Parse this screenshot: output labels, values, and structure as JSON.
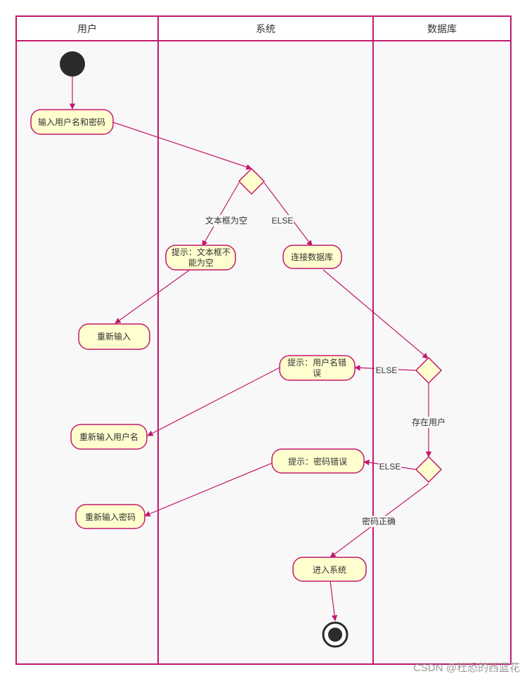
{
  "diagram": {
    "type": "uml-activity-swimlane",
    "colors": {
      "line": "#c2186c",
      "node_fill": "#fefece",
      "lane_bg": "#f8f8f8",
      "text": "#333333",
      "start": "#2b2b2b"
    },
    "lanes": [
      {
        "id": "user",
        "title": "用户"
      },
      {
        "id": "system",
        "title": "系统"
      },
      {
        "id": "db",
        "title": "数据库"
      }
    ],
    "nodes": {
      "input_credentials": {
        "lines": [
          "输入用户名和密码"
        ]
      },
      "empty_prompt": {
        "lines": [
          "提示：文本框不",
          "能为空"
        ]
      },
      "reenter": {
        "lines": [
          "重新输入"
        ]
      },
      "connect_db": {
        "lines": [
          "连接数据库"
        ]
      },
      "user_error": {
        "lines": [
          "提示：用户名错",
          "误"
        ]
      },
      "reenter_username": {
        "lines": [
          "重新输入用户名"
        ]
      },
      "pwd_error": {
        "lines": [
          "提示：密码错误"
        ]
      },
      "reenter_password": {
        "lines": [
          "重新输入密码"
        ]
      },
      "enter_system": {
        "lines": [
          "进入系统"
        ]
      }
    },
    "edge_labels": {
      "textbox_empty": "文本框为空",
      "else_1": "ELSE",
      "else_2": "ELSE",
      "user_exists": "存在用户",
      "else_3": "ELSE",
      "password_correct": "密码正确"
    }
  },
  "watermark": "CSDN @杜恐的西蓝花"
}
